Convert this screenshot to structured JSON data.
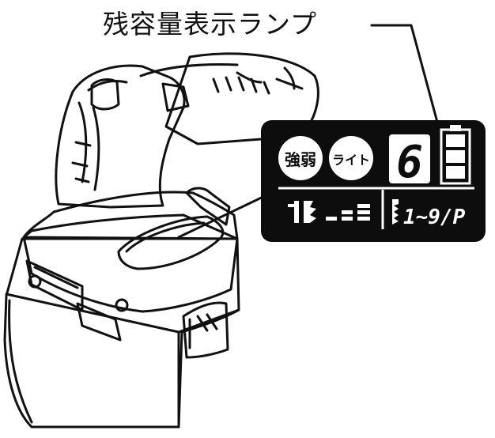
{
  "callout": {
    "label": "残容量表示ランプ"
  },
  "panel": {
    "button_left": "強弱",
    "button_right": "ライト",
    "digit": "6",
    "mode_range": "1~9/P"
  },
  "battery_indicator": {
    "segments_total": 3
  },
  "colors": {
    "ink": "#111111",
    "panel_bg": "#0d0d0d",
    "panel_fg": "#ffffff"
  }
}
